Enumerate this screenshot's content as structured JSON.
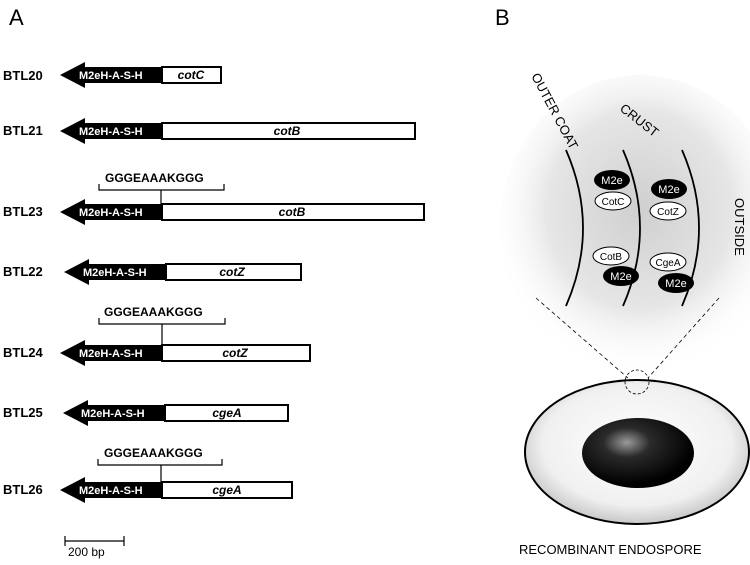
{
  "panel_a": {
    "letter": "A",
    "constructs": [
      {
        "name": "BTL20",
        "tag": "M2eH-A-S-H",
        "gene": "cotC",
        "linker": ""
      },
      {
        "name": "BTL21",
        "tag": "M2eH-A-S-H",
        "gene": "cotB",
        "linker": ""
      },
      {
        "name": "BTL23",
        "tag": "M2eH-A-S-H",
        "gene": "cotB",
        "linker": "GGGEAAAKGGG"
      },
      {
        "name": "BTL22",
        "tag": "M2eH-A-S-H",
        "gene": "cotZ",
        "linker": ""
      },
      {
        "name": "BTL24",
        "tag": "M2eH-A-S-H",
        "gene": "cotZ",
        "linker": "GGGEAAAKGGG"
      },
      {
        "name": "BTL25",
        "tag": "M2eH-A-S-H",
        "gene": "cgeA",
        "linker": ""
      },
      {
        "name": "BTL26",
        "tag": "M2eH-A-S-H",
        "gene": "cgeA",
        "linker": "GGGEAAAKGGG"
      }
    ],
    "scale_bar": "200 bp"
  },
  "panel_b": {
    "letter": "B",
    "outer_coat": "OUTER COAT",
    "crust": "CRUST",
    "outside": "OUTSIDE",
    "proteins_left": [
      {
        "antigen": "M2e",
        "anchor": "CotC"
      },
      {
        "anchor": "CotB",
        "antigen": "M2e"
      }
    ],
    "proteins_right": [
      {
        "antigen": "M2e",
        "anchor": "CotZ"
      },
      {
        "anchor": "CgeA",
        "antigen": "M2e"
      }
    ],
    "caption": "RECOMBINANT ENDOSPORE"
  }
}
